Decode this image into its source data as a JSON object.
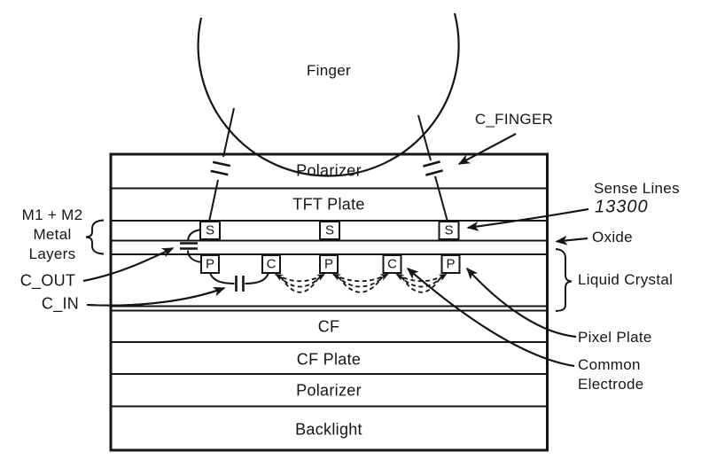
{
  "figure": {
    "finger_label": "Finger",
    "stack_layers": {
      "polarizer_top": "Polarizer",
      "tft_plate": "TFT Plate",
      "cf": "CF",
      "cf_plate": "CF Plate",
      "polarizer_bottom": "Polarizer",
      "backlight": "Backlight"
    },
    "electrodes": {
      "sense": [
        "S",
        "S",
        "S"
      ],
      "pixel_common_row": [
        "P",
        "C",
        "P",
        "C",
        "P"
      ]
    },
    "callouts": {
      "c_finger": "C_FINGER",
      "sense_lines": "Sense Lines",
      "sense_lines_ref": "13300",
      "oxide": "Oxide",
      "metal_layers": [
        "M1 + M2",
        "Metal",
        "Layers"
      ],
      "c_out": "C_OUT",
      "c_in": "C_IN",
      "liquid_crystal": "Liquid Crystal",
      "pixel_plate": "Pixel Plate",
      "common_electrode": [
        "Common",
        "Electrode"
      ]
    },
    "colors": {
      "ink": "#151515",
      "paper": "#ffffff"
    }
  }
}
